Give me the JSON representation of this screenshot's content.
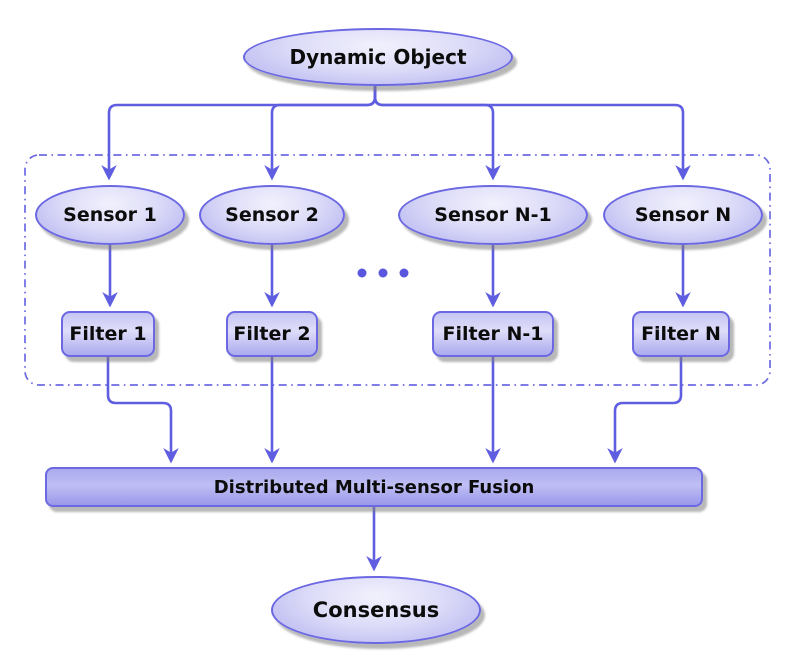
{
  "diagram": {
    "root": {
      "label": "Dynamic Object"
    },
    "sensor_layer": {
      "boundary_style": "dash-dot rounded rectangle",
      "sensors": [
        {
          "label": "Sensor 1"
        },
        {
          "label": "Sensor 2"
        },
        {
          "label": "Sensor N-1"
        },
        {
          "label": "Sensor N"
        }
      ],
      "filters": [
        {
          "label": "Filter 1"
        },
        {
          "label": "Filter 2"
        },
        {
          "label": "Filter N-1"
        },
        {
          "label": "Filter N"
        }
      ],
      "ellipsis_icon": "three-dots"
    },
    "fusion": {
      "label": "Distributed Multi-sensor Fusion"
    },
    "output": {
      "label": "Consensus"
    },
    "colors": {
      "line": "#605ee0",
      "node_border": "#6b68e2",
      "node_fill_light": "#dddcf8",
      "node_fill_dark": "#aeadee",
      "bar_fill_dark": "#9a98e9",
      "dash_border": "#6d6ae2",
      "text": "#0c0c0c",
      "shadow": "#7d7d7d"
    }
  }
}
